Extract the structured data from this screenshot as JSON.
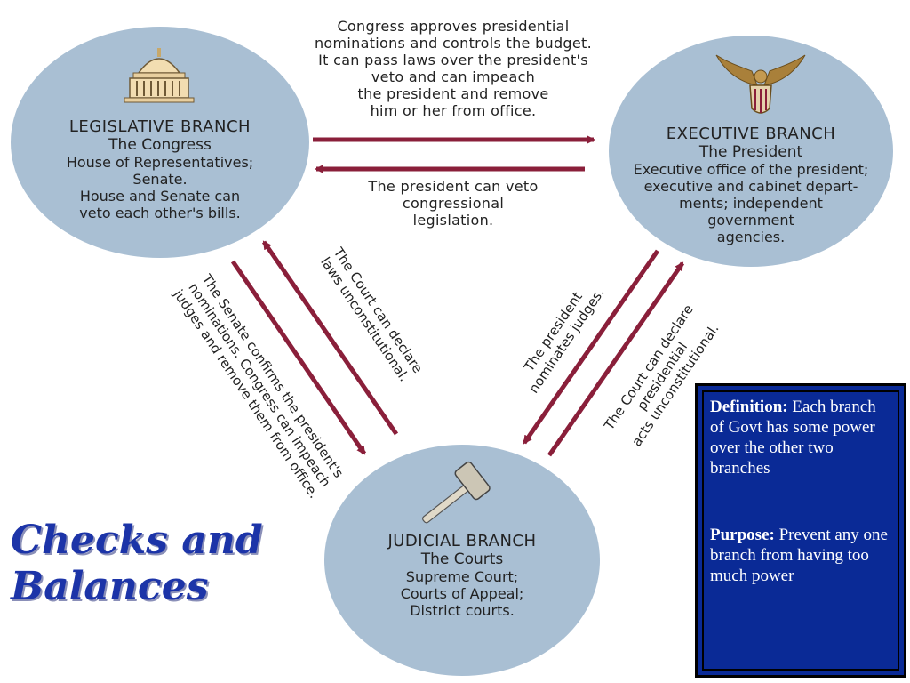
{
  "slide": {
    "title_line1": "Checks and",
    "title_line2": "Balances"
  },
  "branches": {
    "legislative": {
      "title": "LEGISLATIVE BRANCH",
      "subtitle": "The Congress",
      "lines": [
        "House of Representatives;",
        "Senate.",
        "House and Senate can",
        "veto each other's bills."
      ],
      "icon": "capitol-dome-icon"
    },
    "executive": {
      "title": "EXECUTIVE BRANCH",
      "subtitle": "The President",
      "lines": [
        "Executive office of the president;",
        "executive and cabinet depart-",
        "ments; independent",
        "government",
        "agencies."
      ],
      "icon": "eagle-seal-icon"
    },
    "judicial": {
      "title": "JUDICIAL BRANCH",
      "subtitle": "The  Courts",
      "lines": [
        "Supreme Court;",
        "Courts of Appeal;",
        "District courts."
      ],
      "icon": "gavel-icon"
    }
  },
  "checks": {
    "congress_to_president": [
      "Congress approves presidential",
      "nominations and controls the budget.",
      "It can pass laws over the president's",
      "veto and can impeach",
      "the president and remove",
      "him or her from office."
    ],
    "president_to_congress": [
      "The president can veto",
      "congressional",
      "legislation."
    ],
    "senate_to_courts": [
      "The Senate confirms the president's",
      "nominations. Congress can impeach",
      "judges and remove them from office."
    ],
    "court_to_congress": [
      "The Court can declare",
      "laws unconstitutional."
    ],
    "president_to_courts": [
      "The president",
      "nominates judges."
    ],
    "court_to_president": [
      "The Court can declare",
      "presidential",
      "acts unconstitutional."
    ]
  },
  "info_box": {
    "definition_label": "Definition:",
    "definition_text": " Each branch of Govt has some power over the other two branches",
    "purpose_label": "Purpose:",
    "purpose_text": " Prevent any one branch from having too much power"
  },
  "colors": {
    "circle_fill": "#a9bfd3",
    "arrow_color": "#8a1f3a",
    "title_color": "#1c34a8",
    "box_fill": "#0a2a96"
  }
}
